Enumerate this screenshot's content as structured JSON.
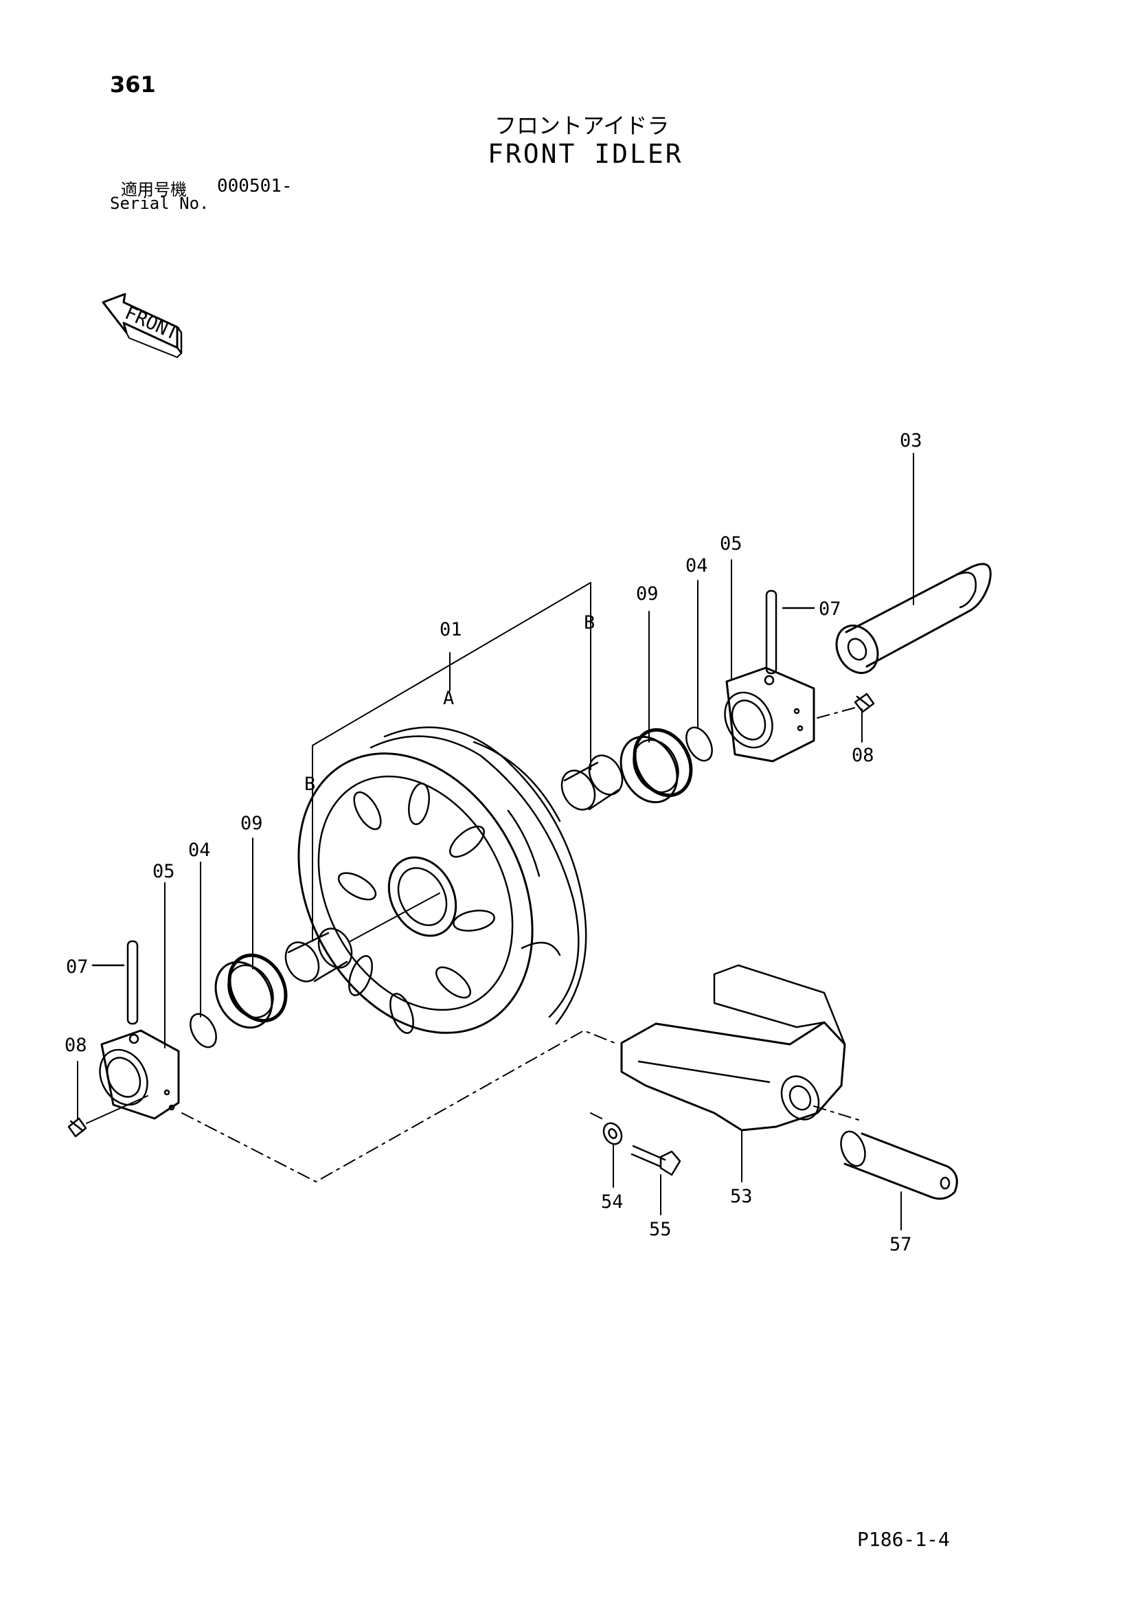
{
  "header": {
    "page_number": "361",
    "title_jp": "フロントアイドラ",
    "title_en": "FRONT IDLER",
    "serial_label_jp": "適用号機",
    "serial_label_en": "Serial No.",
    "serial_value": "000501-"
  },
  "direction_arrow": {
    "label": "FRONT"
  },
  "callouts": {
    "c01": "01",
    "cA": "A",
    "cB_top": "B",
    "cB_left": "B",
    "c03": "03",
    "c04_r": "04",
    "c05_r": "05",
    "c07_r": "07",
    "c08_r": "08",
    "c09_r": "09",
    "c04_l": "04",
    "c05_l": "05",
    "c07_l": "07",
    "c08_l": "08",
    "c09_l": "09",
    "c53": "53",
    "c54": "54",
    "c55": "55",
    "c57": "57"
  },
  "footer": {
    "page_code": "P186-1-4"
  }
}
